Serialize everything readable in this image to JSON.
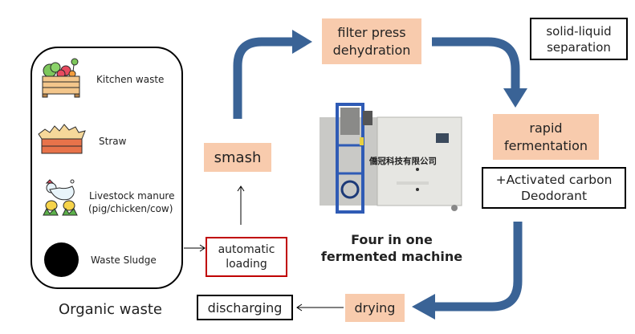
{
  "sources": {
    "items": [
      {
        "label": "Kitchen waste",
        "icon": "vegetable-crate-icon"
      },
      {
        "label": "Straw",
        "icon": "straw-crate-icon"
      },
      {
        "label": "Livestock  manure",
        "label2": "(pig/chicken/cow)",
        "icon": "chicken-icon"
      },
      {
        "label": "Waste Sludge",
        "icon": "sludge-dot-icon"
      }
    ],
    "caption": "Organic waste"
  },
  "steps": {
    "loading": {
      "line1": "automatic",
      "line2": "loading"
    },
    "smash": "smash",
    "filter": {
      "line1": "filter press",
      "line2": "dehydration"
    },
    "separation": {
      "line1": "solid-liquid",
      "line2": "separation"
    },
    "fermentation": {
      "line1": "rapid",
      "line2": "fermentation"
    },
    "deodorant": {
      "line1": "+Activated carbon",
      "line2": "Deodorant"
    },
    "drying": "drying",
    "discharging": "discharging"
  },
  "machine": {
    "brand_text": "僑冠科技有限公司",
    "caption_line1": "Four in one",
    "caption_line2": "fermented machine"
  },
  "colors": {
    "peach": "#F8CBAD",
    "arrow_blue": "#3A6396",
    "loading_border": "#C00000"
  }
}
